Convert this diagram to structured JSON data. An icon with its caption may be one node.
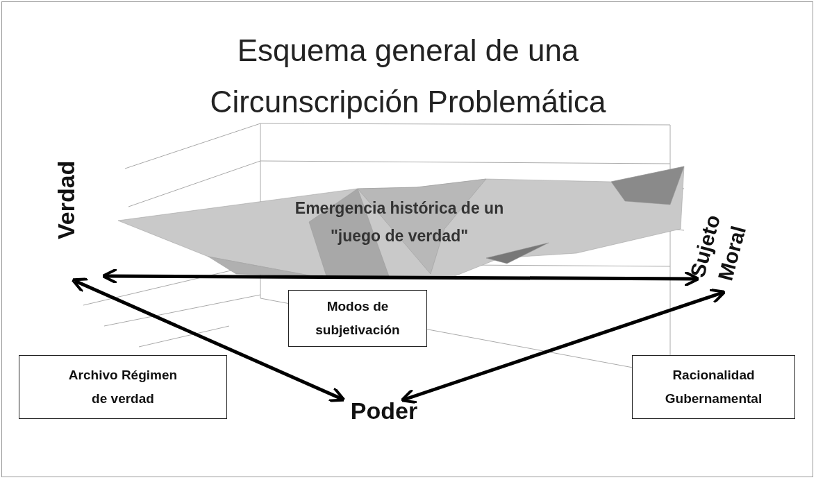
{
  "diagram": {
    "title": "Esquema general de una Circunscripción Problemática",
    "nodes": [
      {
        "text": [
          "Verdad"
        ]
      },
      {
        "text": [
          "Sujeto Moral"
        ]
      },
      {
        "text": [
          "Poder"
        ]
      },
      {
        "text": [
          "Modos de subjetivación"
        ]
      },
      {
        "text": [
          "Archivo Régimen de verdad"
        ]
      },
      {
        "text": [
          "Racionalidad Gubernamental"
        ]
      }
    ],
    "edges": [
      {
        "from": 0,
        "to": 1,
        "arrow": "both"
      },
      {
        "from": 0,
        "to": 2,
        "arrow": "both"
      },
      {
        "from": 2,
        "to": 1,
        "arrow": "both"
      }
    ],
    "labels": [
      "Emergencia histórica de un \"juego de verdad\""
    ]
  }
}
